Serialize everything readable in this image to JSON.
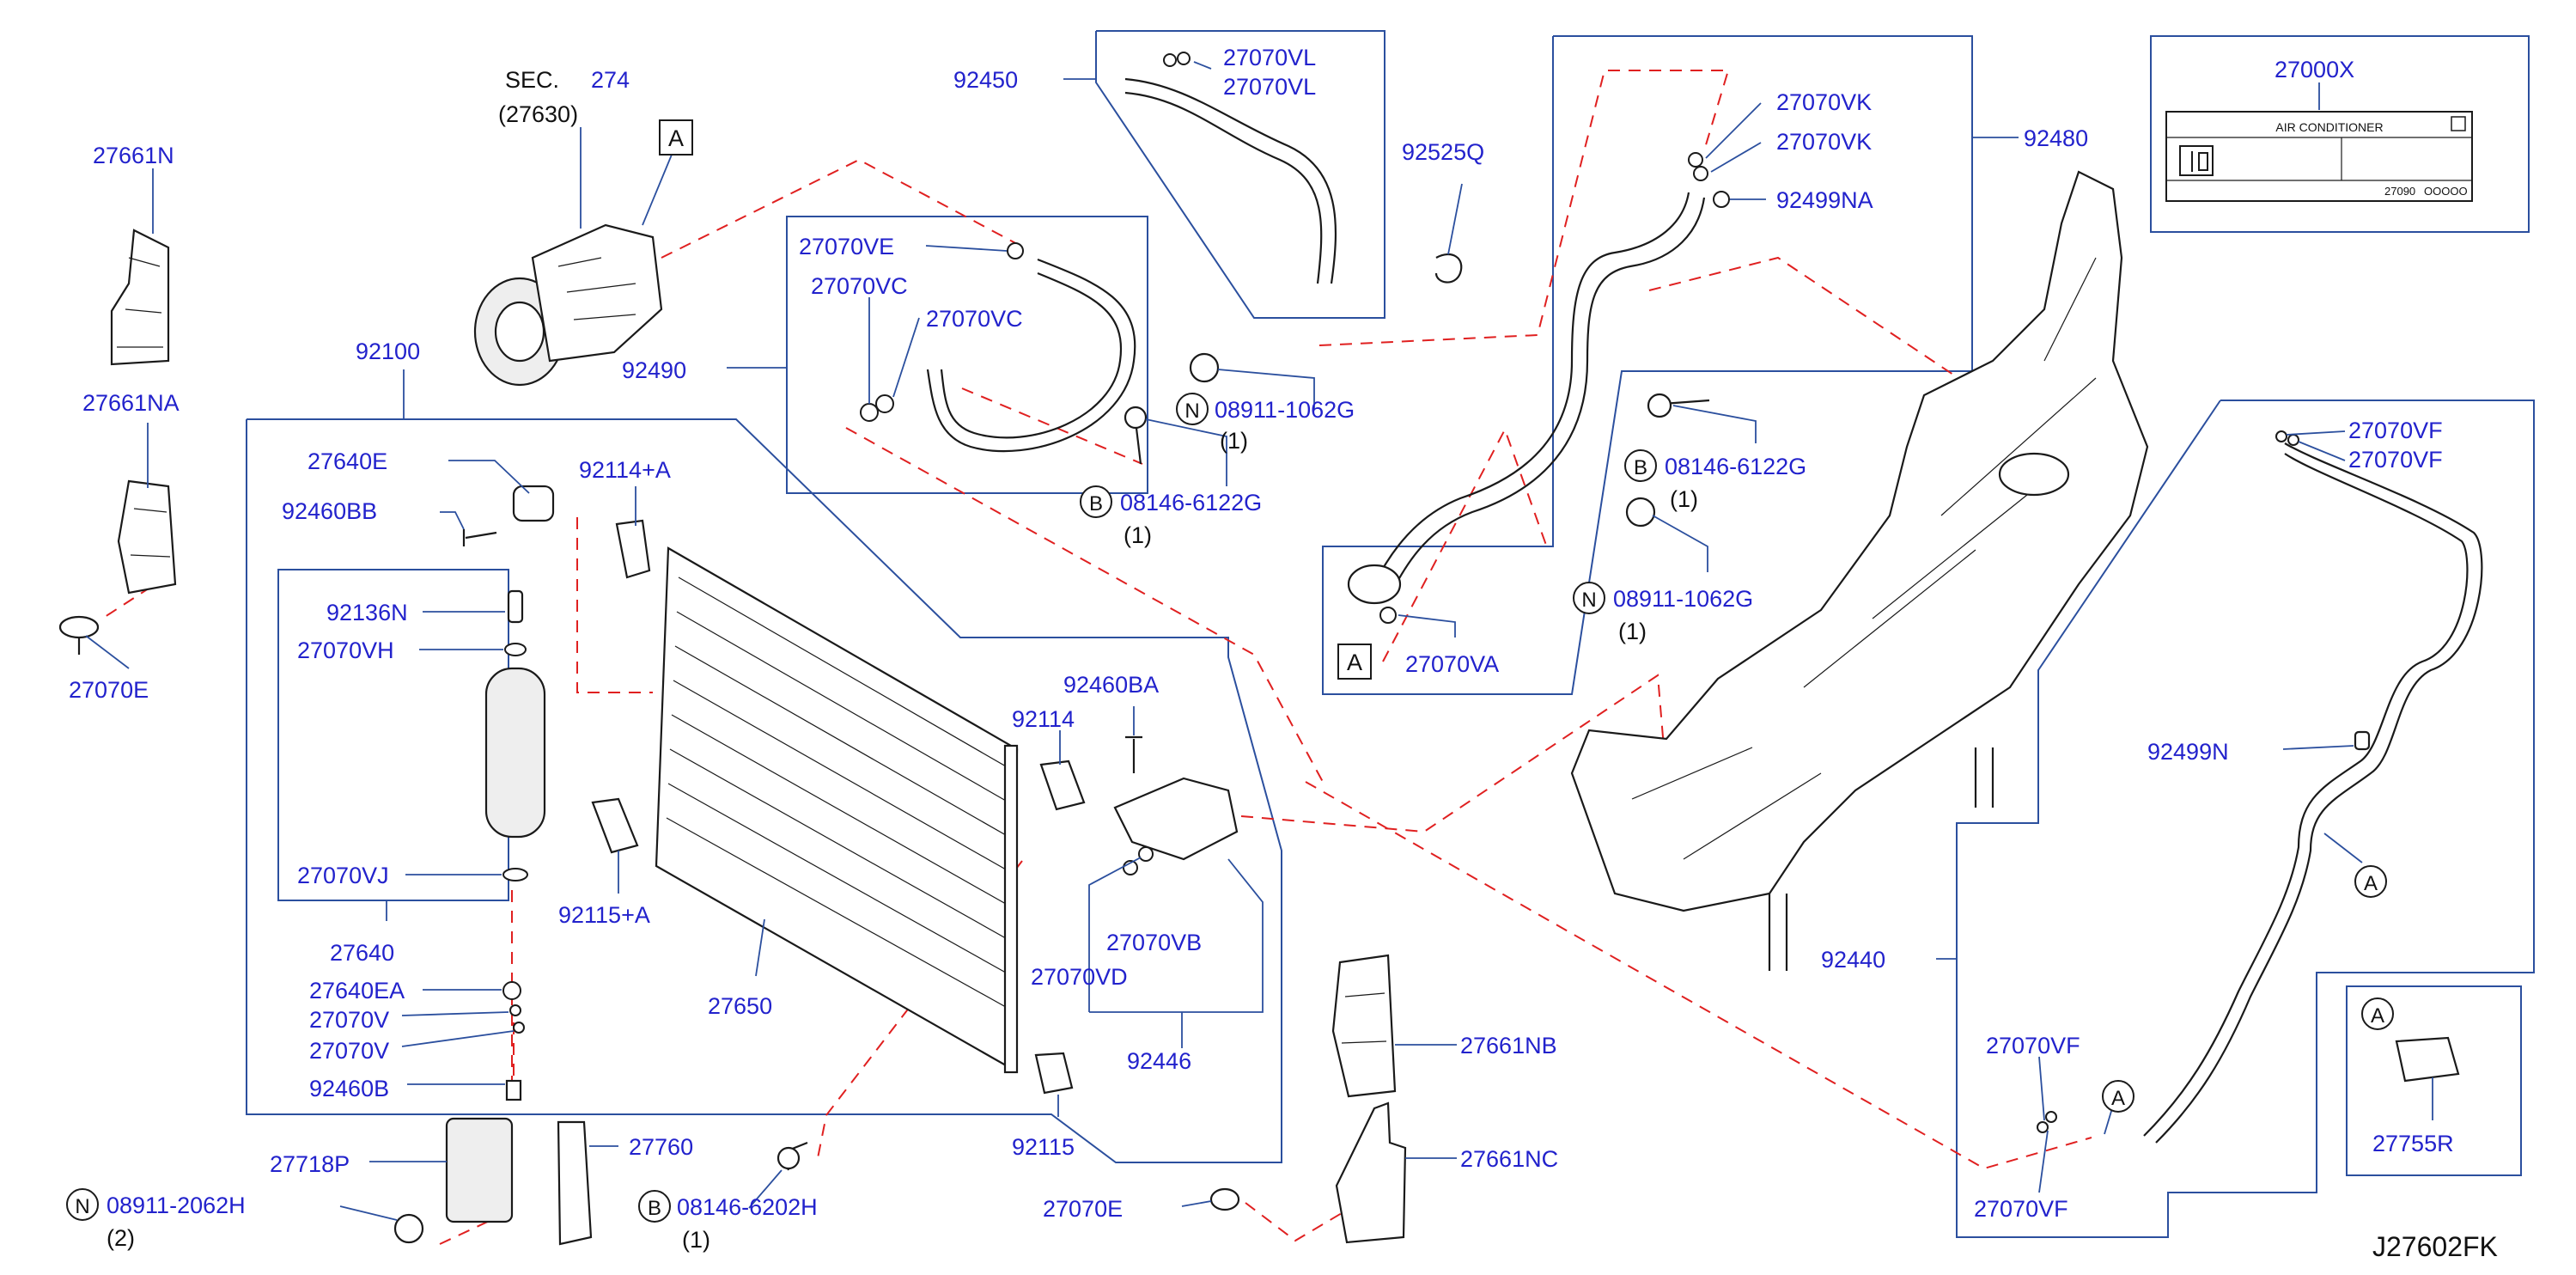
{
  "diagram_id": "J27602FK",
  "section": {
    "prefix": "SEC.",
    "number": "274",
    "ref": "(27630)"
  },
  "qty_one": "(1)",
  "qty_two": "(2)",
  "ref_mark": "A",
  "badge_b": "B",
  "badge_n": "N",
  "label_card": {
    "part": "27000X",
    "title": "AIR    CONDITIONER",
    "code": "27090",
    "tail": "OOOOO"
  },
  "parts": {
    "p27661N": "27661N",
    "p27661NA": "27661NA",
    "p27070E": "27070E",
    "p92100": "92100",
    "p27640E": "27640E",
    "p92460BB": "92460BB",
    "p92114A": "92114+A",
    "p92136N": "92136N",
    "p27070VH": "27070VH",
    "p27070VJ": "27070VJ",
    "p27640": "27640",
    "p27640EA": "27640EA",
    "p27070V": "27070V",
    "p92460B": "92460B",
    "p92115A": "92115+A",
    "p27650": "27650",
    "p92460BA": "92460BA",
    "p92114": "92114",
    "p27070VB": "27070VB",
    "p27070VD": "27070VD",
    "p92446": "92446",
    "p92115": "92115",
    "p27718P": "27718P",
    "p27760": "27760",
    "p08911_2062H": "08911-2062H",
    "p08146_6202H": "08146-6202H",
    "p92450": "92450",
    "p27070VL": "27070VL",
    "p92525Q": "92525Q",
    "p92490": "92490",
    "p27070VE": "27070VE",
    "p27070VC": "27070VC",
    "p08911_1062G": "08911-1062G",
    "p08146_6122G": "08146-6122G",
    "p92480": "92480",
    "p27070VK": "27070VK",
    "p92499NA": "92499NA",
    "p27070VA": "27070VA",
    "p27070VF": "27070VF",
    "p92499N": "92499N",
    "p92440": "92440",
    "p27661NB": "27661NB",
    "p27661NC": "27661NC",
    "p27755R": "27755R"
  },
  "colors": {
    "part_number": "#2222cc",
    "leader": "#2b4f9e",
    "dashed": "#e02020",
    "outline": "#1a1a1a"
  }
}
